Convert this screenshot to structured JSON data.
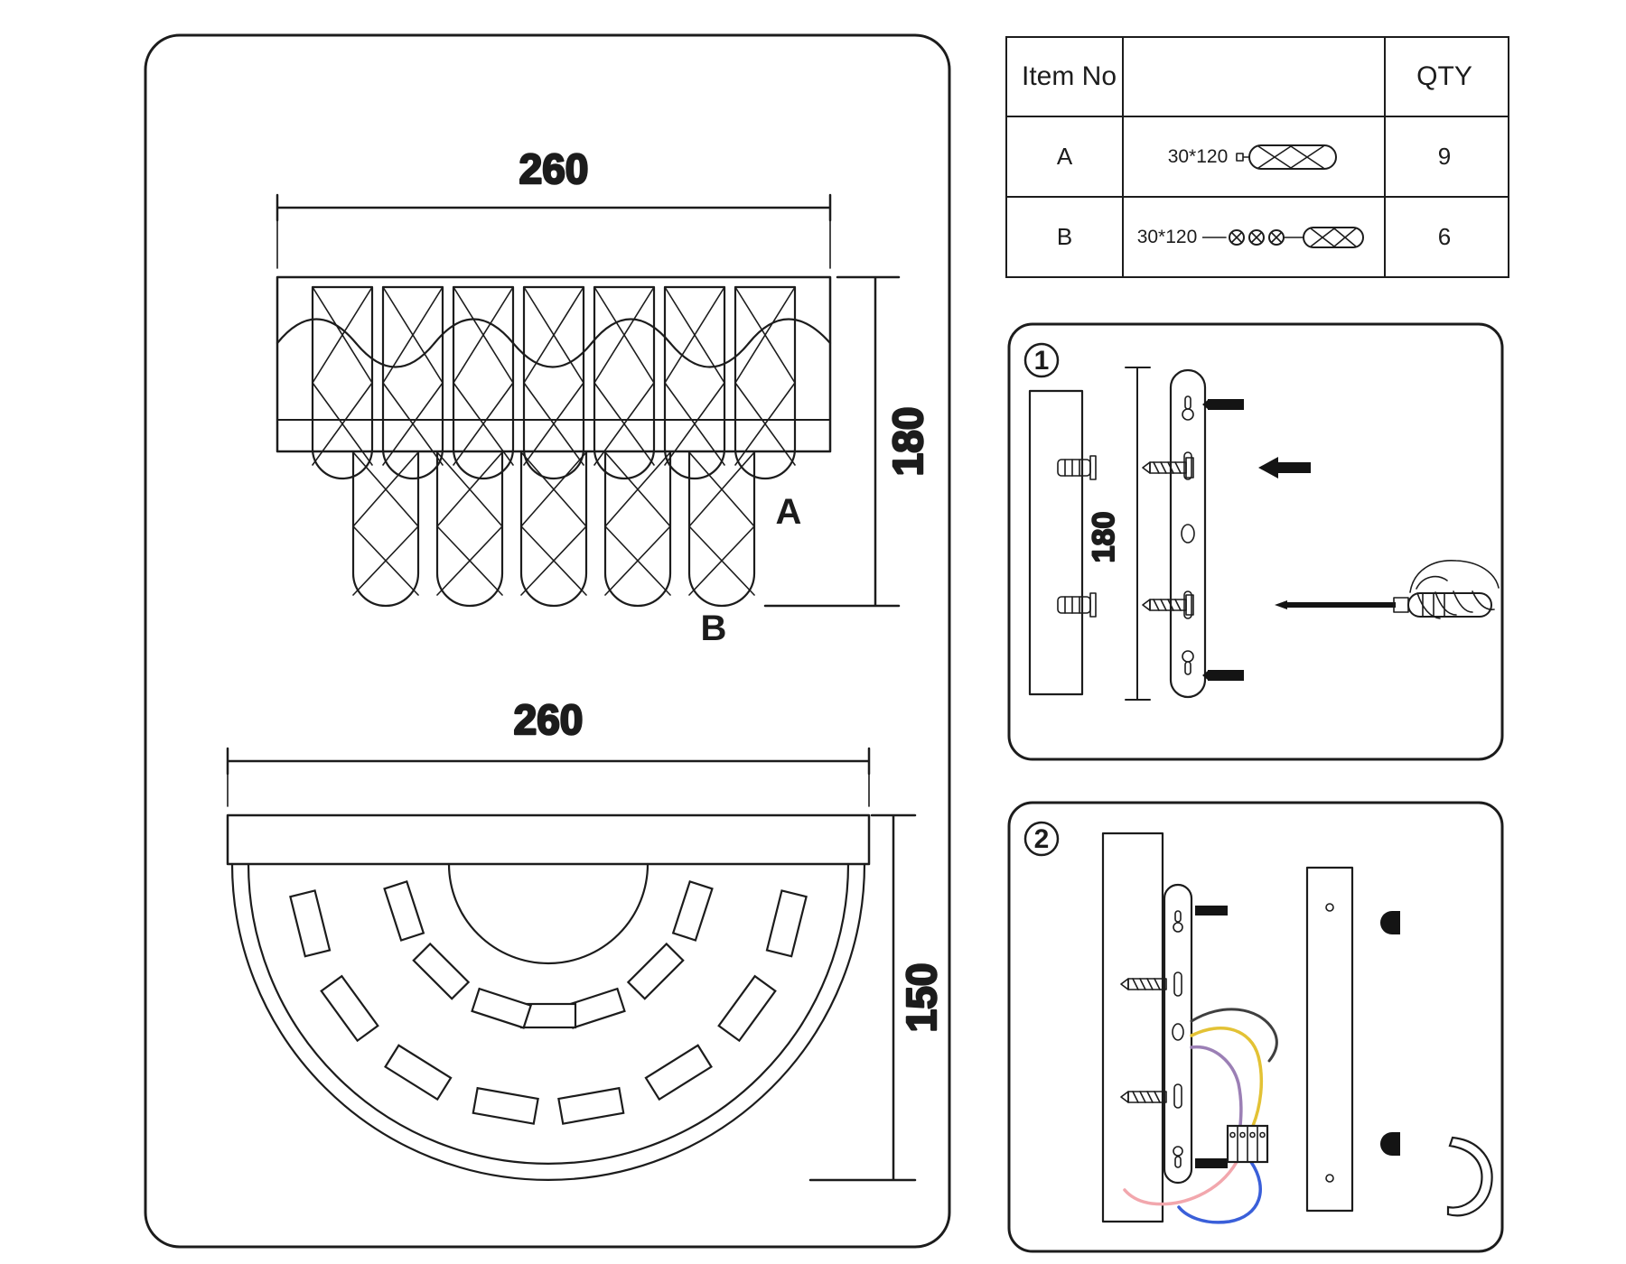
{
  "page": {
    "background": "#ffffff",
    "line_color": "#1c1c1c"
  },
  "main_drawing": {
    "front_view": {
      "width_dim": "260",
      "height_dim": "180",
      "part_label_a": "A",
      "part_label_b": "B"
    },
    "top_view": {
      "width_dim": "260",
      "depth_dim": "150"
    }
  },
  "parts_table": {
    "col_item": "Item No",
    "col_qty": "QTY",
    "rows": [
      {
        "item": "A",
        "size": "30*120",
        "qty": "9",
        "icon": "wall-plug-icon"
      },
      {
        "item": "B",
        "size": "30*120",
        "qty": "6",
        "icon": "screws-and-plug-icon"
      }
    ]
  },
  "steps": [
    {
      "number": "1",
      "dim": "180"
    },
    {
      "number": "2",
      "wires": {
        "yellow": "#e3c235",
        "dark": "#3f3f3f",
        "purple": "#9b7fb5",
        "blue": "#3a5fd9",
        "pink": "#f2a7ad"
      }
    }
  ]
}
